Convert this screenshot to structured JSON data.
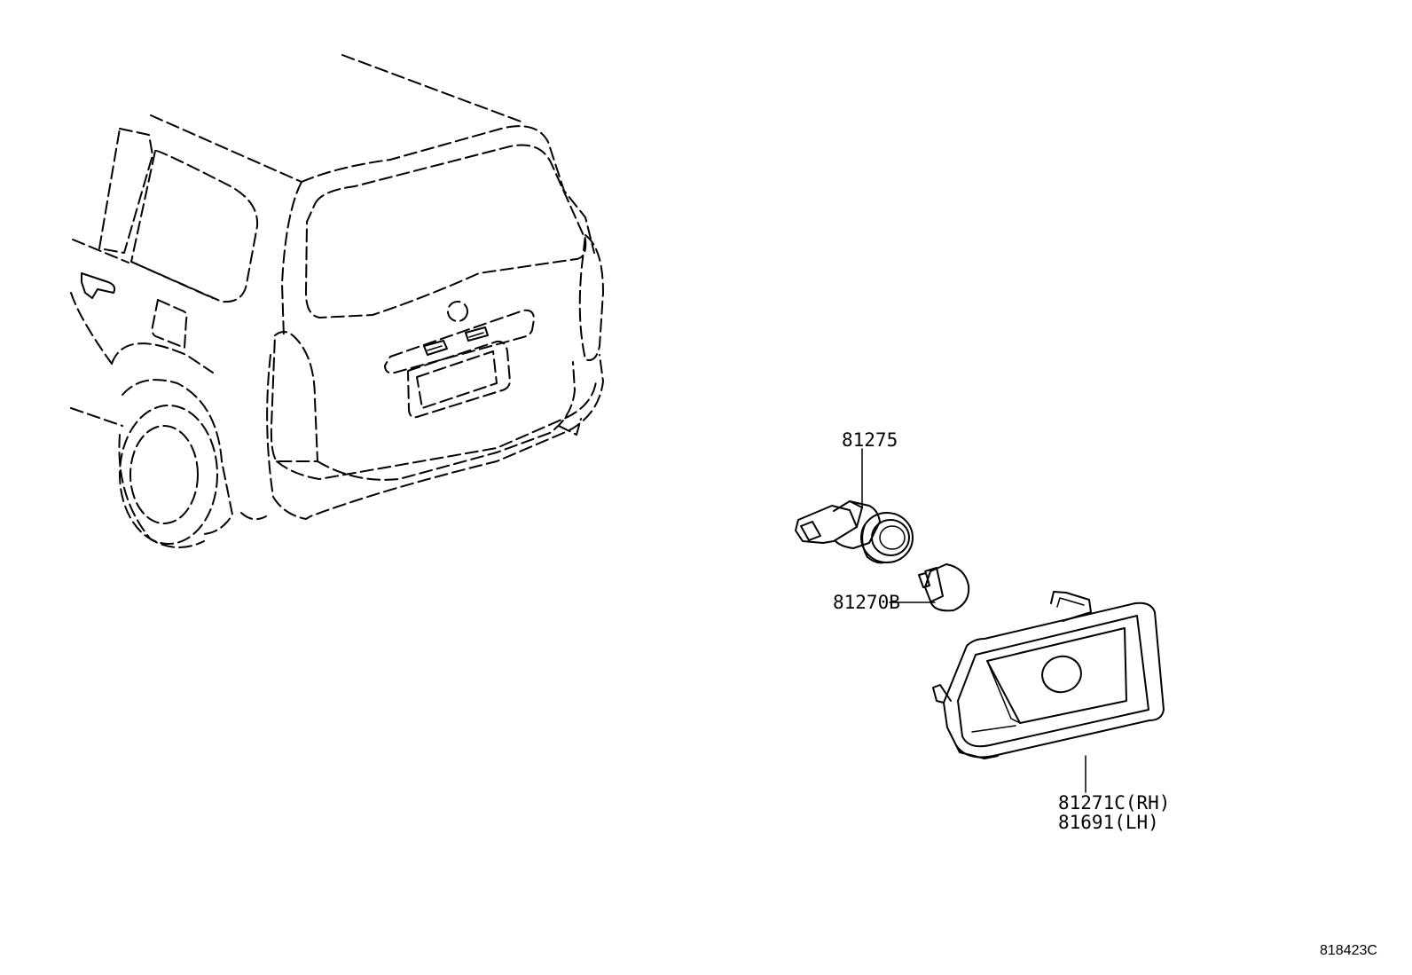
{
  "parts": [
    {
      "id": "socket",
      "number": "81275"
    },
    {
      "id": "bulb",
      "number": "81270B"
    },
    {
      "id": "lens-rh",
      "number": "81271C(RH)"
    },
    {
      "id": "lens-lh",
      "number": "81691(LH)"
    }
  ],
  "figure_code": "818423C"
}
